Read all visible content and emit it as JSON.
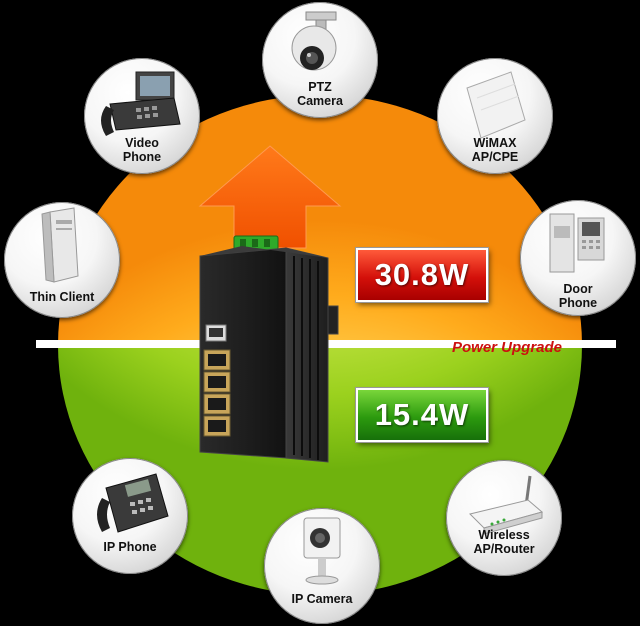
{
  "devices": [
    {
      "id": "ptz",
      "label": "PTZ\nCamera",
      "icon": "ptz-camera-icon"
    },
    {
      "id": "wimax",
      "label": "WiMAX\nAP/CPE",
      "icon": "wimax-icon"
    },
    {
      "id": "door",
      "label": "Door\nPhone",
      "icon": "door-phone-icon"
    },
    {
      "id": "router",
      "label": "Wireless\nAP/Router",
      "icon": "router-icon"
    },
    {
      "id": "ipcam",
      "label": "IP Camera",
      "icon": "ip-camera-icon"
    },
    {
      "id": "ipphone",
      "label": "IP Phone",
      "icon": "ip-phone-icon"
    },
    {
      "id": "thin",
      "label": "Thin Client",
      "icon": "thin-client-icon"
    },
    {
      "id": "video",
      "label": "Video\nPhone",
      "icon": "video-phone-icon"
    }
  ],
  "power": {
    "high": "30.8W",
    "low": "15.4W",
    "upgrade_label": "Power Upgrade"
  },
  "colors": {
    "high": "#d4100a",
    "low": "#2c9a0e",
    "upgrade_text": "#cc1010"
  }
}
